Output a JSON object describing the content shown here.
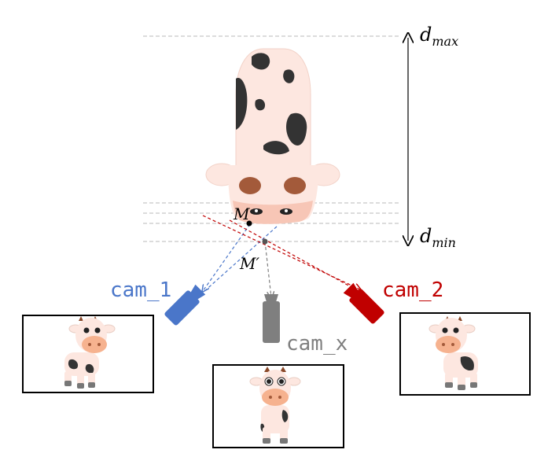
{
  "labels": {
    "d_max": "d",
    "d_max_sub": "max",
    "d_min": "d",
    "d_min_sub": "min",
    "point_m": "M",
    "point_m_prime": "M′",
    "cam1": "cam_1",
    "cam2": "cam_2",
    "camx": "cam_x"
  },
  "colors": {
    "cam1": "#4a76c9",
    "cam2": "#c00000",
    "camx": "#7f7f7f",
    "guide": "#c8c8c8",
    "cow_body": "#fde7e0",
    "cow_spot": "#333333",
    "cow_nose": "#a35a3a",
    "horn": "#8b4a2b",
    "snout": "#f6b28f"
  },
  "icons": {
    "cow_top": "cow-topdown-icon",
    "cam": "camera-icon",
    "cow_front": "cow-front-icon"
  }
}
